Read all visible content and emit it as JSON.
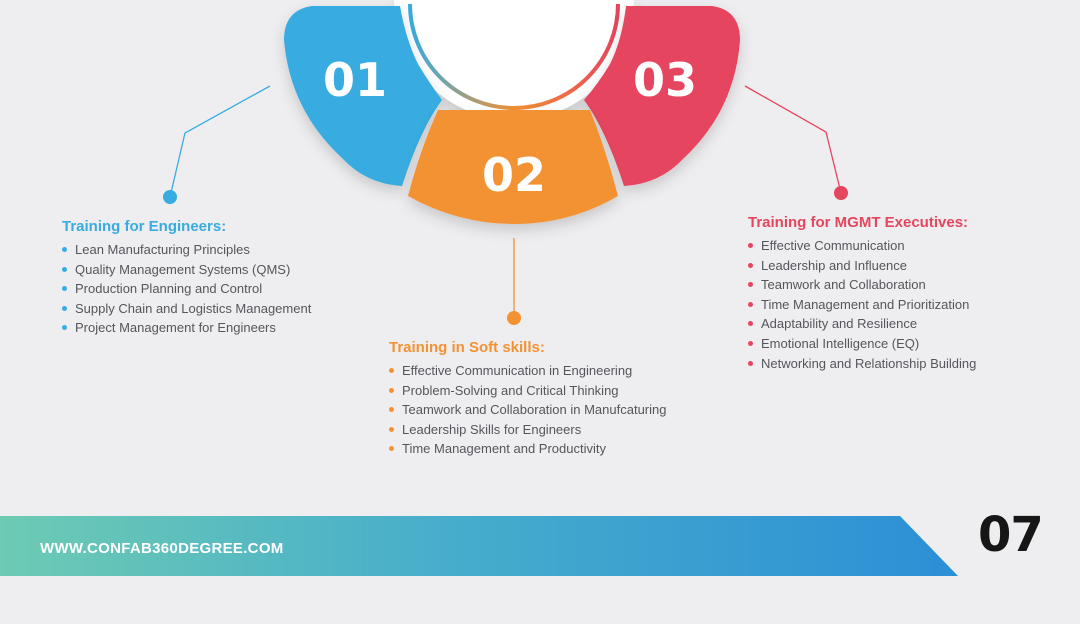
{
  "segments": [
    {
      "number": "01",
      "color": "#38ace0"
    },
    {
      "number": "02",
      "color": "#f39232"
    },
    {
      "number": "03",
      "color": "#e6455e"
    }
  ],
  "sections": [
    {
      "title": "Training for Engineers:",
      "items": [
        "Lean Manufacturing Principles",
        "Quality Management Systems (QMS)",
        "Production Planning and Control",
        "Supply Chain and Logistics Management",
        "Project Management for Engineers"
      ]
    },
    {
      "title": "Training in Soft skills:",
      "items": [
        "Effective Communication in Engineering",
        "Problem-Solving and Critical Thinking",
        "Teamwork and Collaboration in Manufcaturing",
        "Leadership Skills for Engineers",
        "Time Management and Productivity"
      ]
    },
    {
      "title": "Training for MGMT Executives:",
      "items": [
        "Effective Communication",
        "Leadership and Influence",
        "Teamwork and Collaboration",
        "Time Management and Prioritization",
        "Adaptability and Resilience",
        "Emotional Intelligence (EQ)",
        "Networking and Relationship Building"
      ]
    }
  ],
  "footer": {
    "url": "WWW.CONFAB360DEGREE.COM",
    "page_number": "07"
  }
}
